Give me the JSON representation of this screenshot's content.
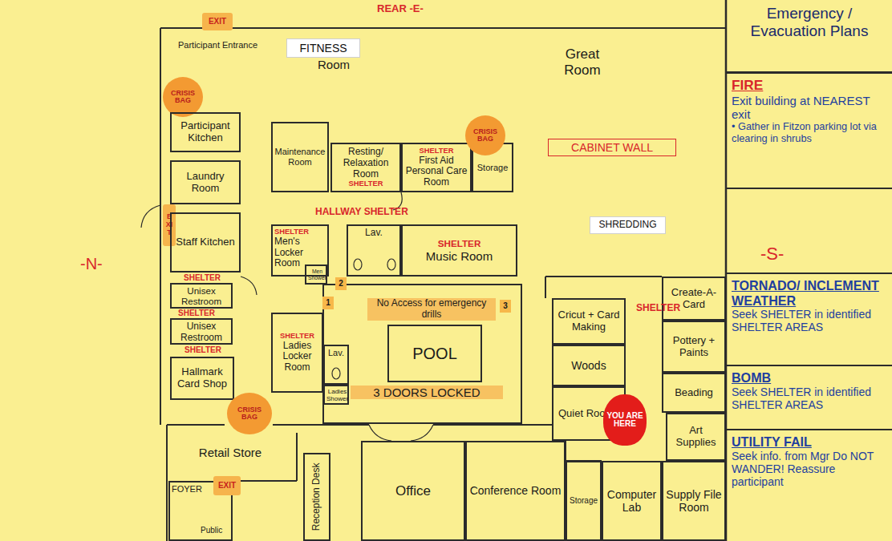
{
  "diagram": {
    "title": "Emergency / Evacuation Plans",
    "nodes": [
      {
        "text": [
          "EXIT"
        ]
      },
      {
        "text": [
          "FITNESS"
        ]
      },
      {
        "text": [
          "CRISIS BAG"
        ]
      },
      {
        "text": [
          "Participant Kitchen"
        ]
      },
      {
        "text": [
          "Laundry Room"
        ]
      },
      {
        "text": [
          "EXIT"
        ]
      },
      {
        "text": [
          "Staff Kitchen"
        ]
      },
      {
        "text": [
          "Unisex Restroom"
        ]
      },
      {
        "text": [
          "Unisex Restroom"
        ]
      },
      {
        "text": [
          "Hallmark Card Shop"
        ]
      },
      {
        "text": [
          "CRISIS BAG"
        ]
      },
      {
        "text": [
          "Retail Store"
        ]
      },
      {
        "text": [
          "FOYER"
        ]
      },
      {
        "text": [
          "EXIT"
        ]
      },
      {
        "text": [
          "Reception Desk"
        ]
      },
      {
        "text": [
          "Office"
        ]
      },
      {
        "text": [
          "Conference Room"
        ]
      },
      {
        "text": [
          "Storage"
        ]
      },
      {
        "text": [
          "Computer Lab"
        ]
      },
      {
        "text": [
          "Supply File Room"
        ]
      },
      {
        "text": [
          "Maintenance Room"
        ]
      },
      {
        "text": [
          "Resting/ Relaxation Room",
          "SHELTER"
        ]
      },
      {
        "text": [
          "SHELTER",
          "First Aid Personal Care Room"
        ]
      },
      {
        "text": [
          "Storage"
        ]
      },
      {
        "text": [
          "CRISIS BAG"
        ]
      },
      {
        "text": [
          "CABINET WALL"
        ]
      },
      {
        "text": [
          "SHREDDING"
        ]
      },
      {
        "text": [
          "SHELTER",
          "Men's Locker Room"
        ]
      },
      {
        "text": [
          "Men Shower"
        ]
      },
      {
        "text": [
          "Lav."
        ]
      },
      {
        "text": [
          "SHELTER",
          "Music Room"
        ]
      },
      {
        "text": [
          "SHELTER",
          "Ladies Locker Room"
        ]
      },
      {
        "text": [
          "Lav."
        ]
      },
      {
        "text": [
          "Ladies Shower"
        ]
      },
      {
        "text": [
          "POOL"
        ]
      },
      {
        "text": [
          "Cricut + Card Making"
        ]
      },
      {
        "text": [
          "Create-A-Card"
        ]
      },
      {
        "text": [
          "Pottery + Paints"
        ]
      },
      {
        "text": [
          "Woods"
        ]
      },
      {
        "text": [
          "Beading"
        ]
      },
      {
        "text": [
          "Quiet Room"
        ]
      },
      {
        "text": [
          "YOU ARE HERE"
        ]
      },
      {
        "text": [
          "Art Supplies"
        ]
      },
      {
        "text": [
          "FIRE",
          "Exit building at NEAREST exit",
          "• Gather in Fitzon parking lot via clearing in shrubs"
        ]
      },
      {
        "text": [
          "TORNADO/ INCLEMENT WEATHER",
          "Seek SHELTER in identified SHELTER AREAS"
        ]
      },
      {
        "text": [
          "BOMB",
          "Seek SHELTER in identified SHELTER AREAS"
        ]
      },
      {
        "text": [
          "UTILITY FAIL",
          "Seek info. from Mgr Do NOT WANDER! Reassure participant"
        ]
      }
    ],
    "labels": [
      "REAR -E-",
      "Participant Entrance",
      "Room",
      "Great Room",
      "-N-",
      "SHELTER",
      "SHELTER",
      "SHELTER",
      "HALLWAY SHELTER",
      "SHELTER",
      "1",
      "2",
      "3",
      "No Access for emergency drills",
      "3 DOORS LOCKED",
      "-S-",
      "Public"
    ]
  }
}
